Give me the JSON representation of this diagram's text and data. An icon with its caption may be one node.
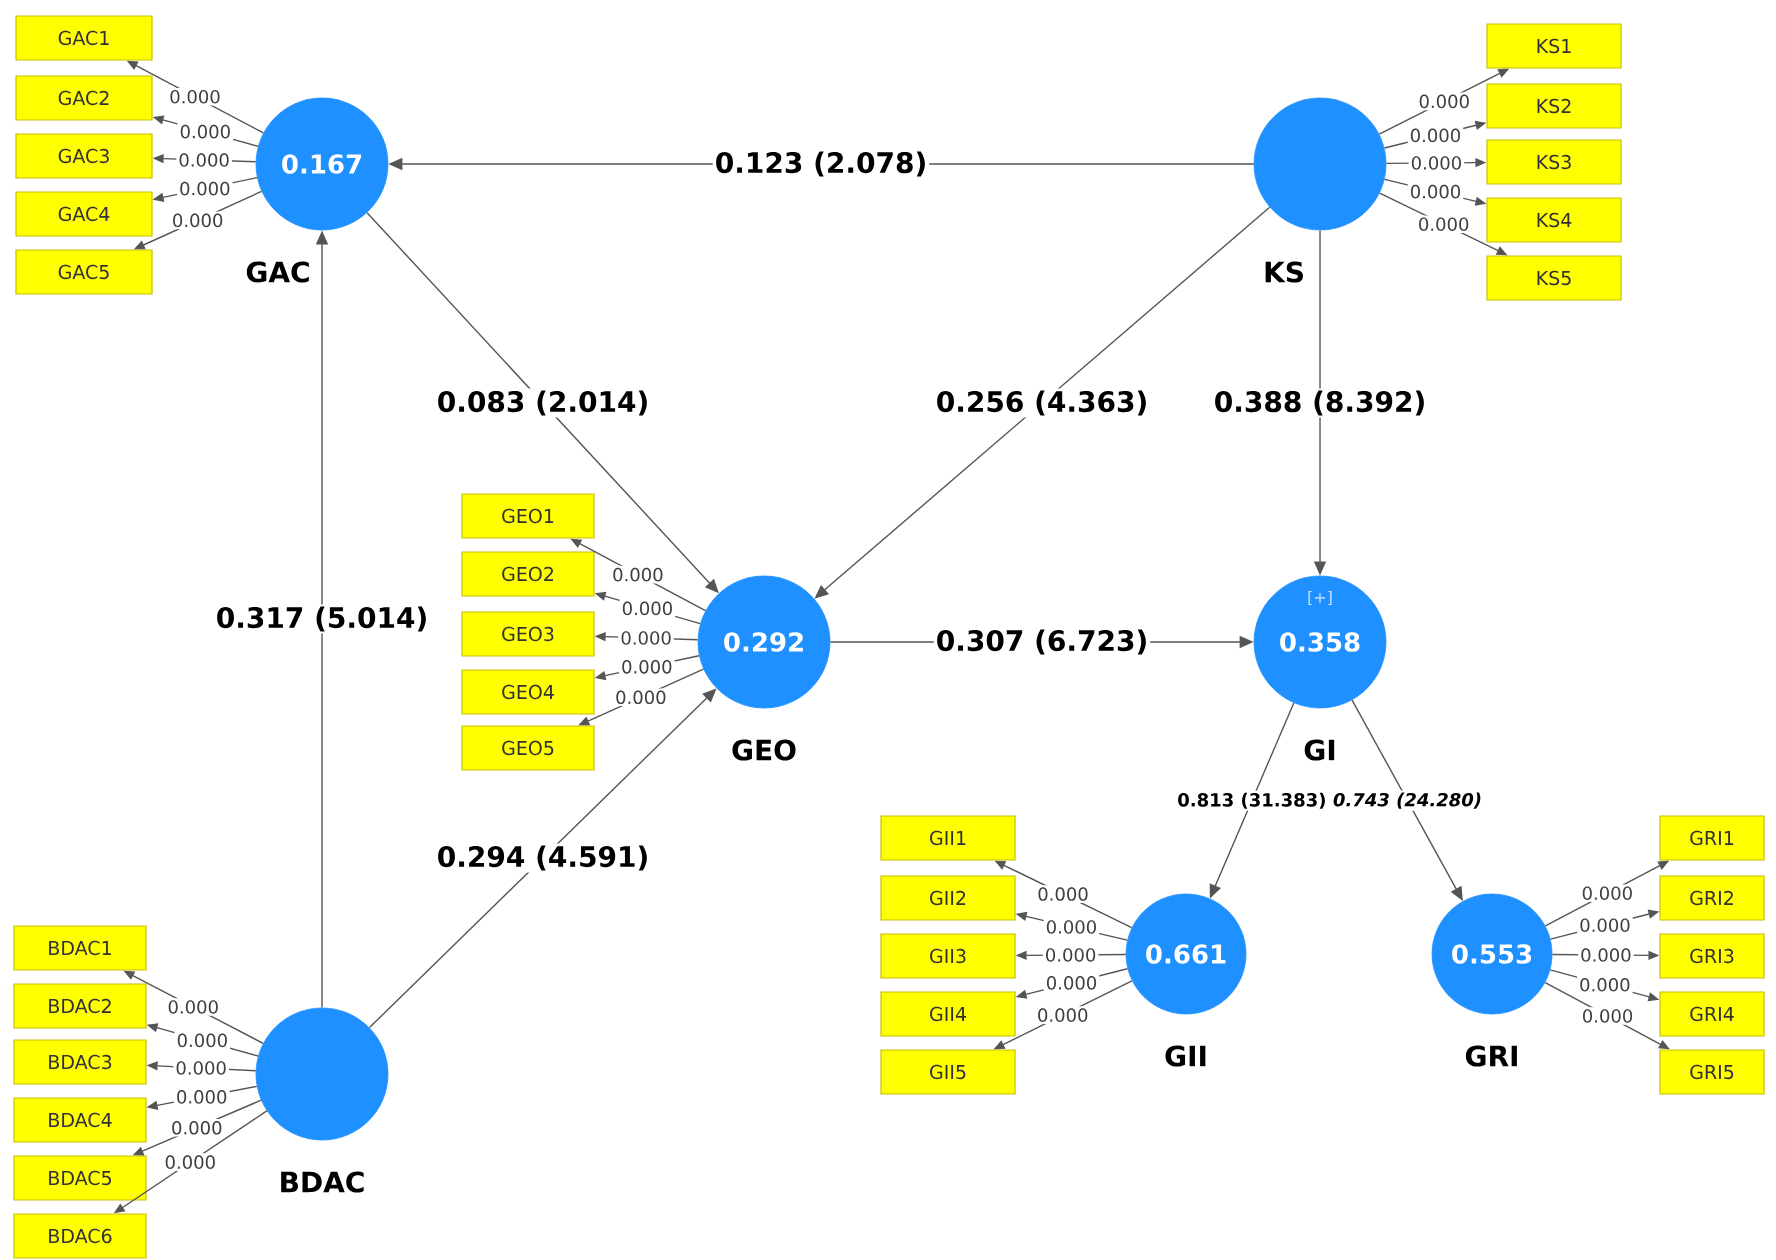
{
  "diagram": {
    "nodes": [
      {
        "text": [
          "0.167",
          "GAC"
        ]
      },
      {
        "text": [
          "GAC1"
        ]
      },
      {
        "text": [
          "GAC2"
        ]
      },
      {
        "text": [
          "GAC3"
        ]
      },
      {
        "text": [
          "GAC4"
        ]
      },
      {
        "text": [
          "GAC5"
        ]
      },
      {
        "text": [
          "KS"
        ]
      },
      {
        "text": [
          "KS1"
        ]
      },
      {
        "text": [
          "KS2"
        ]
      },
      {
        "text": [
          "KS3"
        ]
      },
      {
        "text": [
          "KS4"
        ]
      },
      {
        "text": [
          "KS5"
        ]
      },
      {
        "text": [
          "0.292",
          "GEO"
        ]
      },
      {
        "text": [
          "GEO1"
        ]
      },
      {
        "text": [
          "GEO2"
        ]
      },
      {
        "text": [
          "GEO3"
        ]
      },
      {
        "text": [
          "GEO4"
        ]
      },
      {
        "text": [
          "GEO5"
        ]
      },
      {
        "text": [
          "[+]",
          "0.358",
          "GI"
        ]
      },
      {
        "text": [
          "0.661",
          "GII"
        ]
      },
      {
        "text": [
          "GII1"
        ]
      },
      {
        "text": [
          "GII2"
        ]
      },
      {
        "text": [
          "GII3"
        ]
      },
      {
        "text": [
          "GII4"
        ]
      },
      {
        "text": [
          "GII5"
        ]
      },
      {
        "text": [
          "0.553",
          "GRI"
        ]
      },
      {
        "text": [
          "GRI1"
        ]
      },
      {
        "text": [
          "GRI2"
        ]
      },
      {
        "text": [
          "GRI3"
        ]
      },
      {
        "text": [
          "GRI4"
        ]
      },
      {
        "text": [
          "GRI5"
        ]
      },
      {
        "text": [
          "BDAC"
        ]
      },
      {
        "text": [
          "BDAC1"
        ]
      },
      {
        "text": [
          "BDAC2"
        ]
      },
      {
        "text": [
          "BDAC3"
        ]
      },
      {
        "text": [
          "BDAC4"
        ]
      },
      {
        "text": [
          "BDAC5"
        ]
      },
      {
        "text": [
          "BDAC6"
        ]
      }
    ],
    "edges": [
      {
        "from": 6,
        "to": 0,
        "arrow": "to",
        "label": "0.123 (2.078)"
      },
      {
        "from": 0,
        "to": 12,
        "arrow": "to",
        "label": "0.083 (2.014)"
      },
      {
        "from": 6,
        "to": 12,
        "arrow": "to",
        "label": "0.256 (4.363)"
      },
      {
        "from": 6,
        "to": 18,
        "arrow": "to",
        "label": "0.388 (8.392)"
      },
      {
        "from": 12,
        "to": 18,
        "arrow": "to",
        "label": "0.307 (6.723)"
      },
      {
        "from": 31,
        "to": 0,
        "arrow": "to",
        "label": "0.317 (5.014)"
      },
      {
        "from": 31,
        "to": 12,
        "arrow": "to",
        "label": "0.294 (4.591)"
      },
      {
        "from": 18,
        "to": 19,
        "arrow": "to",
        "label": "0.813 (31.383)"
      },
      {
        "from": 18,
        "to": 25,
        "arrow": "to",
        "label": "0.743 (24.280)"
      },
      {
        "from": 0,
        "to": 1,
        "arrow": "to",
        "label": "0.000"
      },
      {
        "from": 0,
        "to": 2,
        "arrow": "to",
        "label": "0.000"
      },
      {
        "from": 0,
        "to": 3,
        "arrow": "to",
        "label": "0.000"
      },
      {
        "from": 0,
        "to": 4,
        "arrow": "to",
        "label": "0.000"
      },
      {
        "from": 0,
        "to": 5,
        "arrow": "to",
        "label": "0.000"
      },
      {
        "from": 6,
        "to": 7,
        "arrow": "to",
        "label": "0.000"
      },
      {
        "from": 6,
        "to": 8,
        "arrow": "to",
        "label": "0.000"
      },
      {
        "from": 6,
        "to": 9,
        "arrow": "to",
        "label": "0.000"
      },
      {
        "from": 6,
        "to": 10,
        "arrow": "to",
        "label": "0.000"
      },
      {
        "from": 6,
        "to": 11,
        "arrow": "to",
        "label": "0.000"
      },
      {
        "from": 12,
        "to": 13,
        "arrow": "to",
        "label": "0.000"
      },
      {
        "from": 12,
        "to": 14,
        "arrow": "to",
        "label": "0.000"
      },
      {
        "from": 12,
        "to": 15,
        "arrow": "to",
        "label": "0.000"
      },
      {
        "from": 12,
        "to": 16,
        "arrow": "to",
        "label": "0.000"
      },
      {
        "from": 12,
        "to": 17,
        "arrow": "to",
        "label": "0.000"
      },
      {
        "from": 19,
        "to": 20,
        "arrow": "to",
        "label": "0.000"
      },
      {
        "from": 19,
        "to": 21,
        "arrow": "to",
        "label": "0.000"
      },
      {
        "from": 19,
        "to": 22,
        "arrow": "to",
        "label": "0.000"
      },
      {
        "from": 19,
        "to": 23,
        "arrow": "to",
        "label": "0.000"
      },
      {
        "from": 19,
        "to": 24,
        "arrow": "to",
        "label": "0.000"
      },
      {
        "from": 25,
        "to": 26,
        "arrow": "to",
        "label": "0.000"
      },
      {
        "from": 25,
        "to": 27,
        "arrow": "to",
        "label": "0.000"
      },
      {
        "from": 25,
        "to": 28,
        "arrow": "to",
        "label": "0.000"
      },
      {
        "from": 25,
        "to": 29,
        "arrow": "to",
        "label": "0.000"
      },
      {
        "from": 25,
        "to": 30,
        "arrow": "to",
        "label": "0.000"
      },
      {
        "from": 31,
        "to": 32,
        "arrow": "to",
        "label": "0.000"
      },
      {
        "from": 31,
        "to": 33,
        "arrow": "to",
        "label": "0.000"
      },
      {
        "from": 31,
        "to": 34,
        "arrow": "to",
        "label": "0.000"
      },
      {
        "from": 31,
        "to": 35,
        "arrow": "to",
        "label": "0.000"
      },
      {
        "from": 31,
        "to": 36,
        "arrow": "to",
        "label": "0.000"
      },
      {
        "from": 31,
        "to": 37,
        "arrow": "to",
        "label": "0.000"
      }
    ]
  }
}
